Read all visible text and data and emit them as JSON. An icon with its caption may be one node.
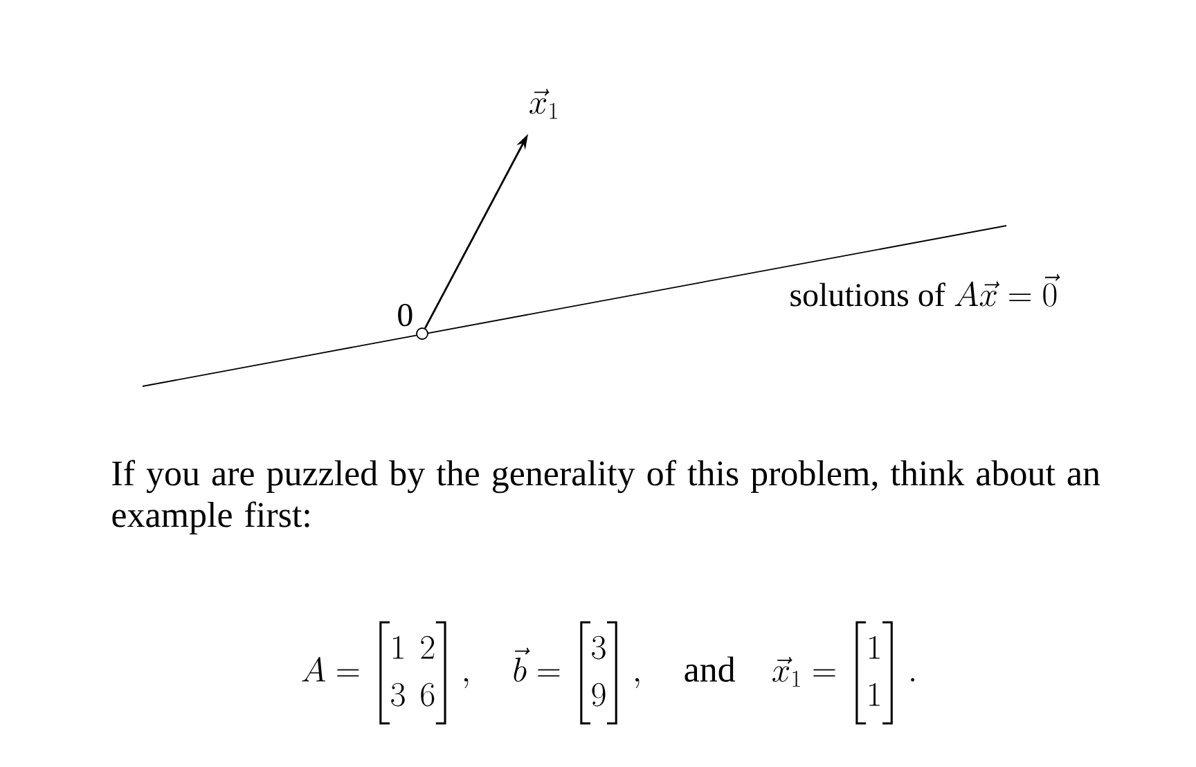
{
  "diagram": {
    "nodes": [
      {
        "text": [],
        "shape": "circle",
        "beside": [
          "0"
        ]
      },
      {
        "text": [
          "\\vec{x}_1"
        ]
      }
    ],
    "edges": [
      {
        "from": 0,
        "to": 1,
        "arrow": "to"
      }
    ],
    "labels": [
      "solutions of",
      "A\\vec{x} = \\vec{0}",
      "If you are puzzled by the generality of this problem, think about an example first:",
      "A = \\begin{bmatrix} 1 & 2 \\\\ 3 & 6 \\end{bmatrix}, \\quad \\vec{b} = \\begin{bmatrix} 3 \\\\ 9 \\end{bmatrix}, \\quad \\text{and} \\quad \\vec{x}_1 = \\begin{bmatrix} 1 \\\\ 1 \\end{bmatrix}."
    ]
  }
}
